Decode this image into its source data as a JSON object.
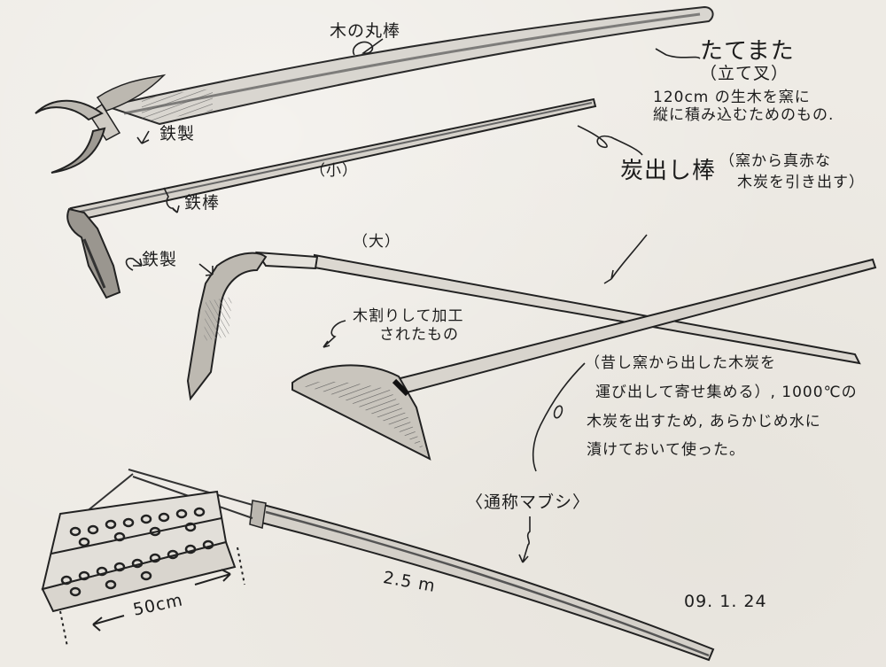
{
  "sketch": {
    "paper_color": "#eeebe5",
    "ink_color": "#1c1c1c",
    "pencil_shade": "#6e6e6e"
  },
  "tools": [
    {
      "id": "tatemata",
      "labels": {
        "shaft": "木の丸棒",
        "fork": "鉄製",
        "name": "たてまた",
        "name_kanji": "（立て叉）",
        "desc_line1": "120cm の生木を窯に",
        "desc_line2": "縦に積み込むためのもの."
      }
    },
    {
      "id": "sumidashi_small",
      "labels": {
        "shaft": "鉄棒",
        "hook": "鉄製",
        "size": "（小）"
      }
    },
    {
      "id": "sumidashi_large",
      "labels": {
        "size": "（大）",
        "name": "炭出し棒",
        "desc_line1": "（窯から真赤な",
        "desc_line2": "木炭を引き出す）"
      }
    },
    {
      "id": "wooden_scoop",
      "labels": {
        "desc_line1": "木割りして加工",
        "desc_line2": "されたもの"
      }
    },
    {
      "id": "mabushi",
      "labels": {
        "note_line1": "（昔し窯から出した木炭を",
        "note_line2": "運び出して寄せ集める）, 1000℃の",
        "note_line3": "木炭を出すため, あらかじめ水に",
        "note_line4": "漬けておいて使った。",
        "common_name": "〈通称マブシ〉",
        "width": "50cm",
        "length": "2.5 m"
      }
    }
  ],
  "date": "09. 1. 24"
}
